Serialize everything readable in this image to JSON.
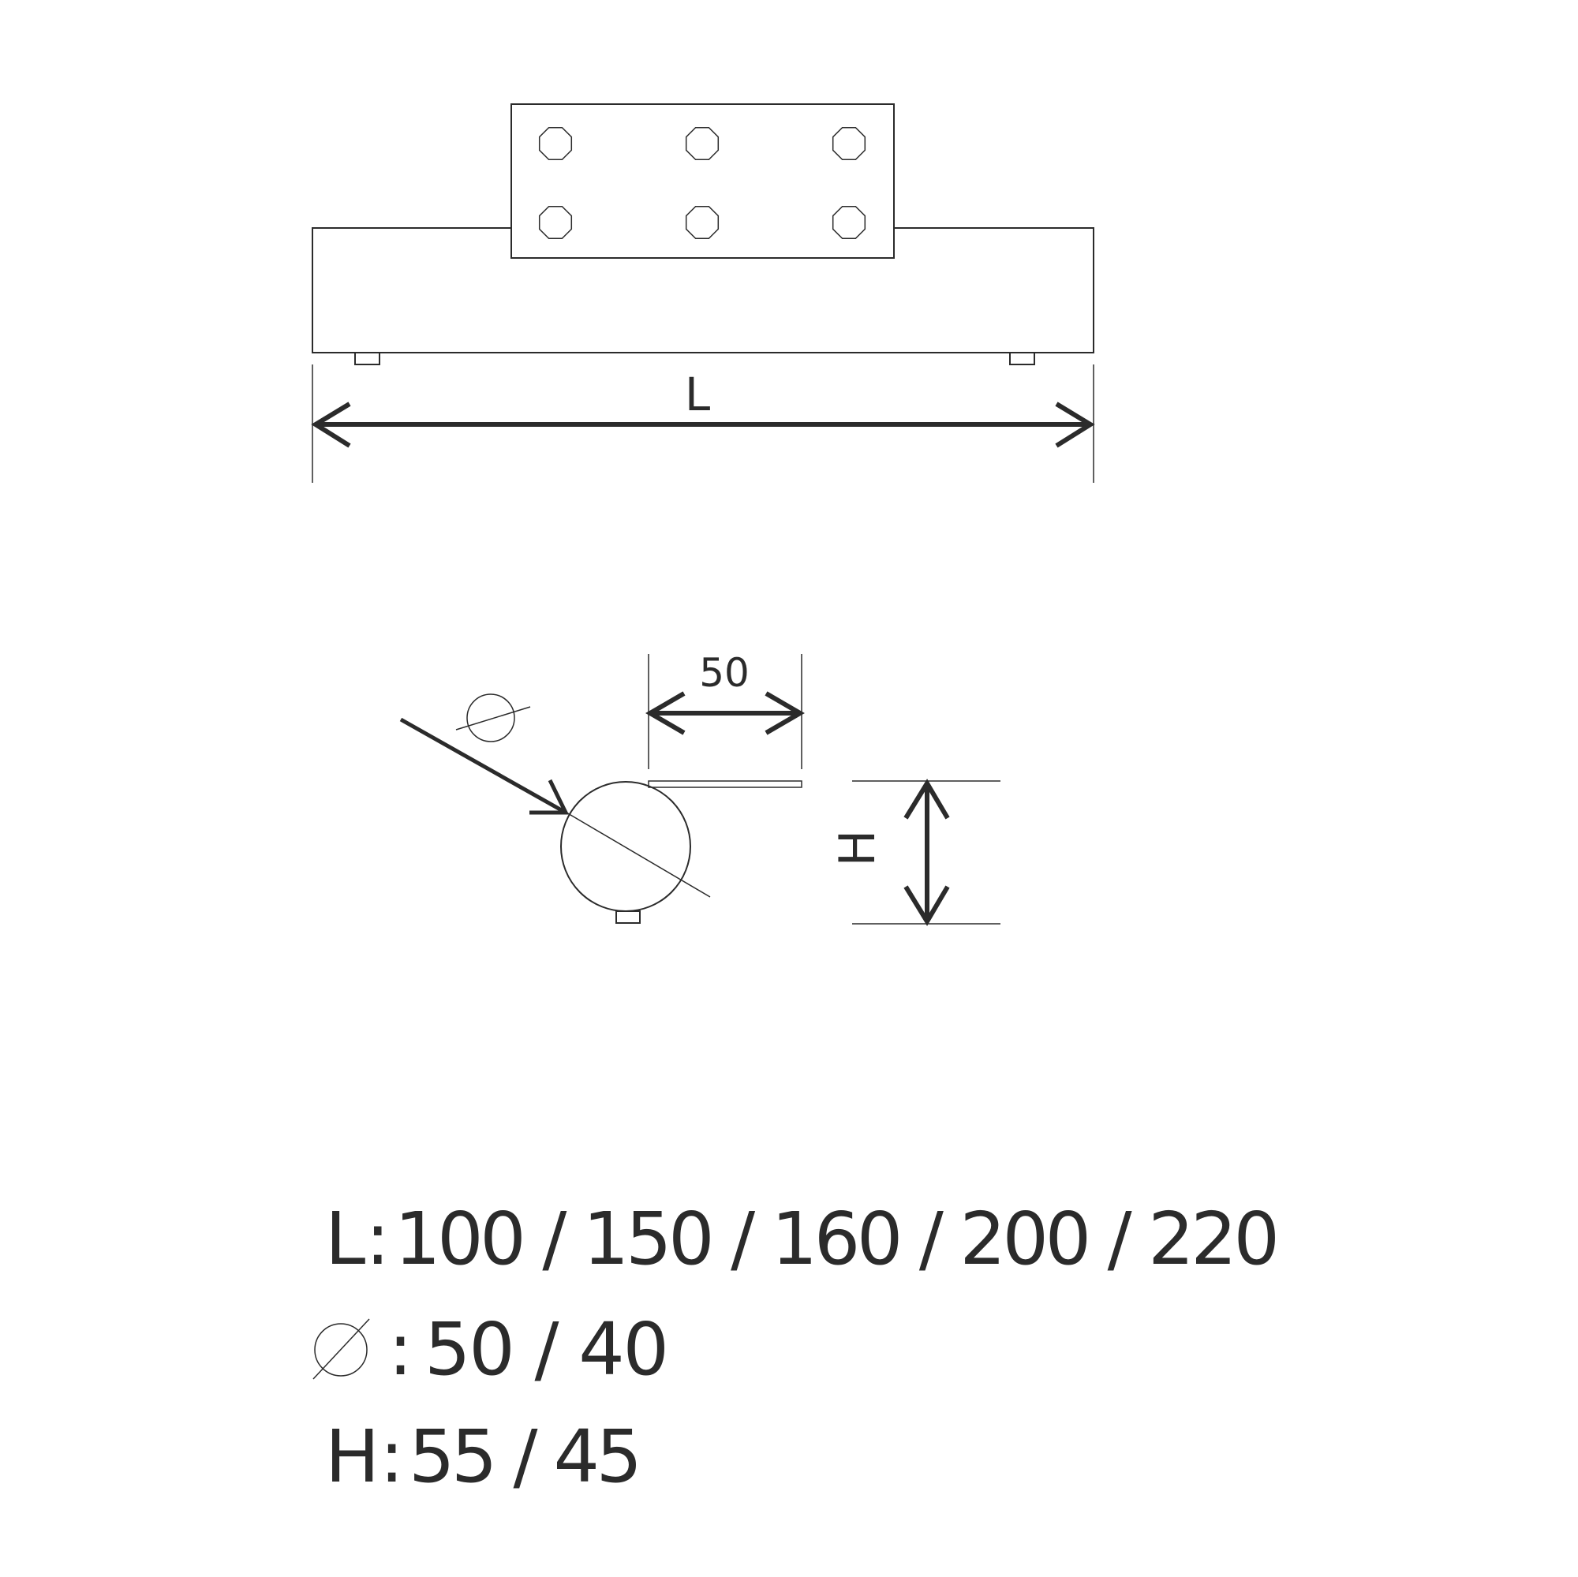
{
  "diagram": {
    "line_color": "#2b2b2b",
    "front_view": {
      "length_label": "L"
    },
    "side_view": {
      "width_label": "50",
      "height_label": "H"
    }
  },
  "specs": [
    {
      "symbol": "L:",
      "values": "100 / 150 / 160 / 200 / 220"
    },
    {
      "symbol": ":",
      "values": "50 / 40"
    },
    {
      "symbol": "H:",
      "values": "55 / 45"
    }
  ]
}
